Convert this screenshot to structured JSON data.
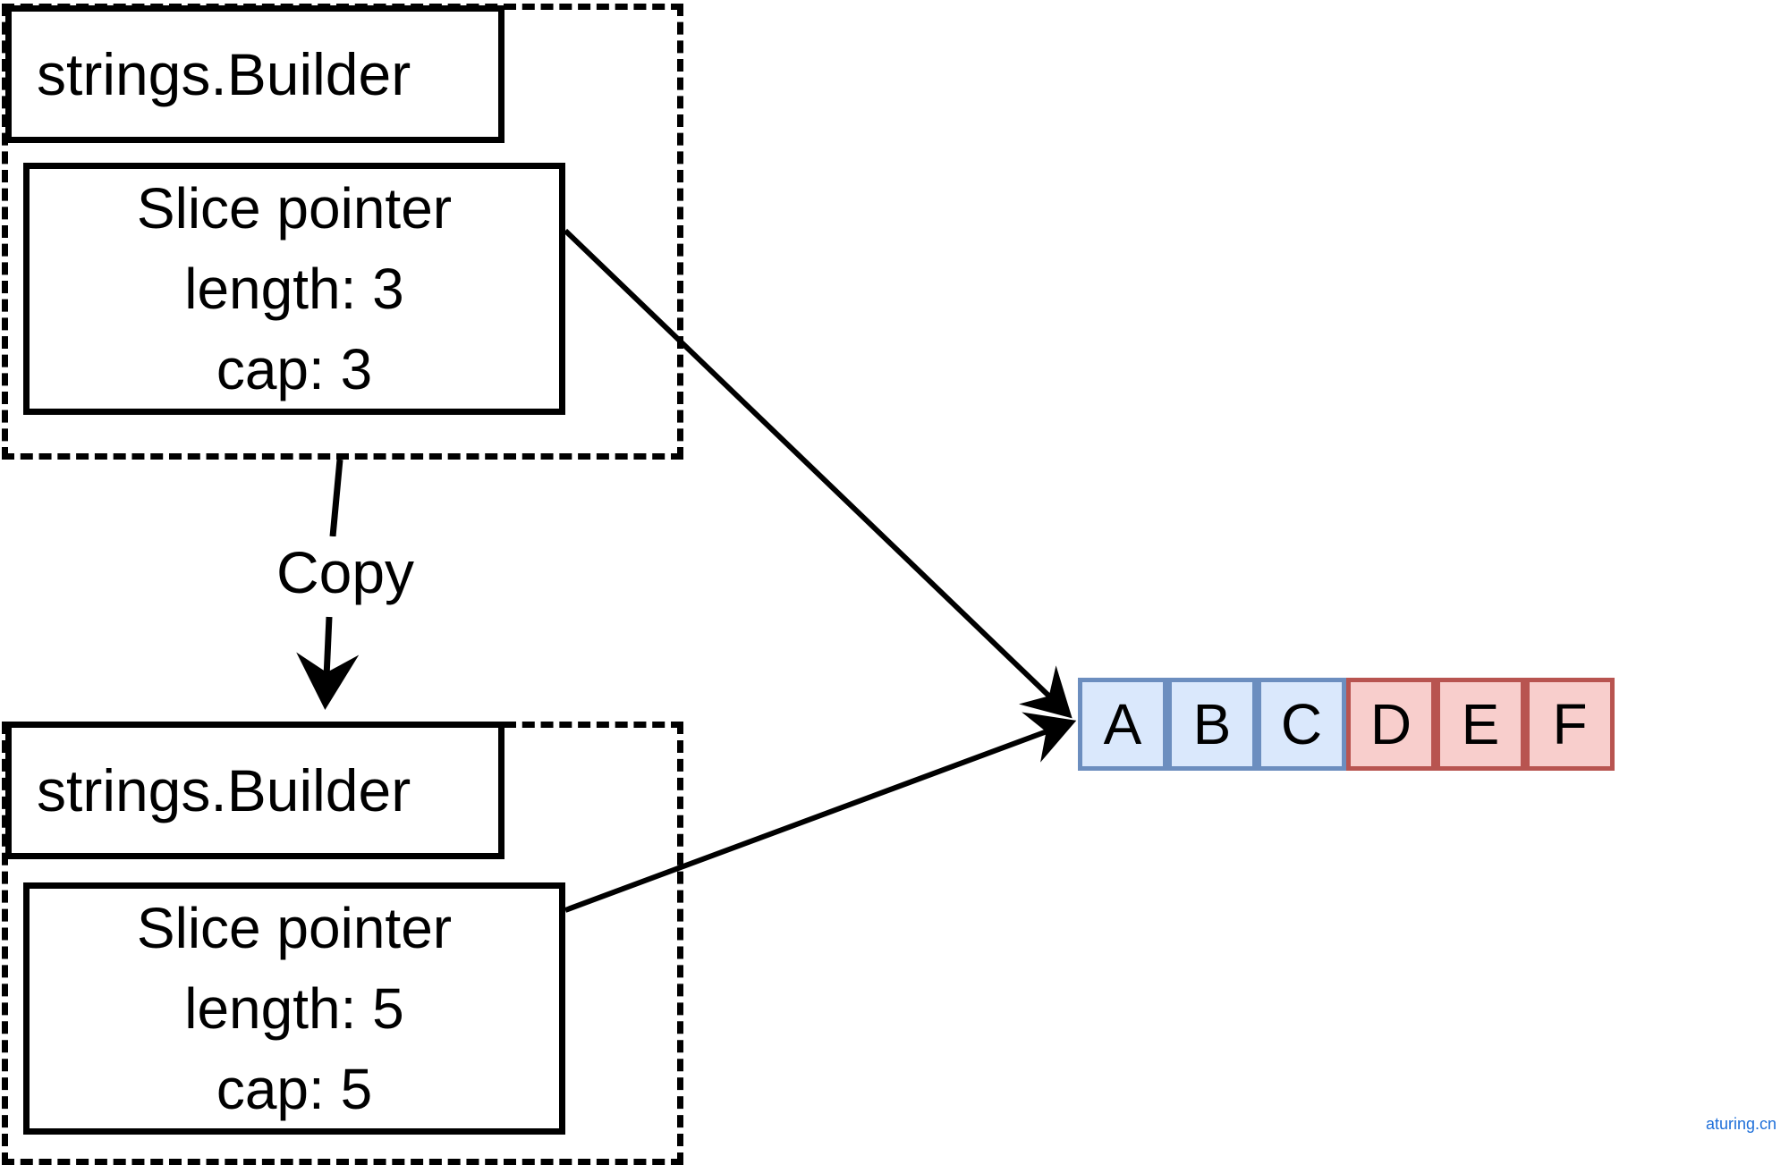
{
  "builder_top": {
    "title": "strings.Builder",
    "slice_lines": [
      "Slice pointer",
      "length: 3",
      "cap: 3"
    ]
  },
  "copy_label": "Copy",
  "builder_bottom": {
    "title": "strings.Builder",
    "slice_lines": [
      "Slice pointer",
      "length: 5",
      "cap: 5"
    ]
  },
  "array_cells": [
    {
      "label": "A",
      "color": "#dae8fc"
    },
    {
      "label": "B",
      "color": "#dae8fc"
    },
    {
      "label": "C",
      "color": "#dae8fc"
    },
    {
      "label": "D",
      "color": "#f8cecc"
    },
    {
      "label": "E",
      "color": "#f8cecc"
    },
    {
      "label": "F",
      "color": "#f8cecc"
    }
  ],
  "watermark": "aturing.cn"
}
